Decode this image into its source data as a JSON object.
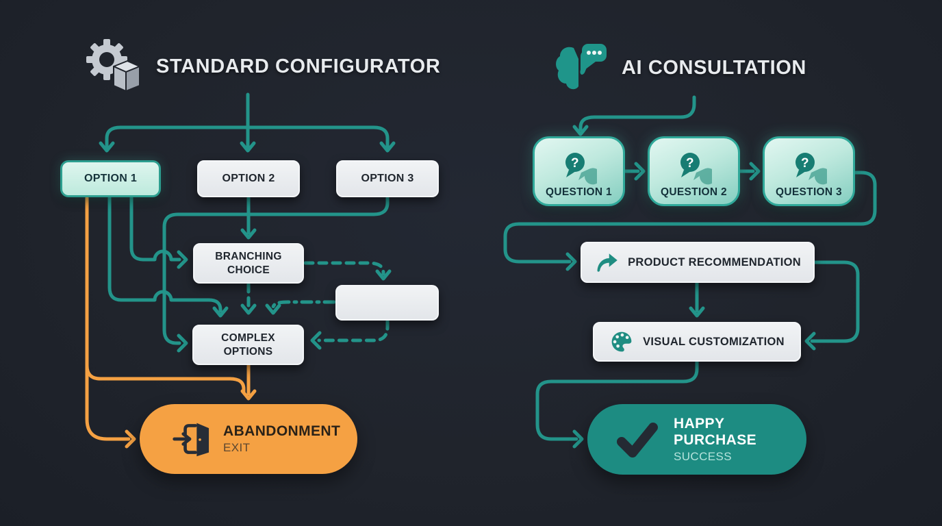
{
  "left": {
    "title": "STANDARD CONFIGURATOR",
    "options": [
      "OPTION 1",
      "OPTION 2",
      "OPTION 3"
    ],
    "branching_label": "BRANCHING CHOICE",
    "complex_label": "COMPLEX OPTIONS",
    "empty_box_label": "",
    "exit_title": "ABANDONMENT",
    "exit_subtitle": "EXIT"
  },
  "right": {
    "title": "AI CONSULTATION",
    "questions": [
      "QUESTION 1",
      "QUESTION 2",
      "QUESTION 3"
    ],
    "recommendation_label": "PRODUCT RECOMMENDATION",
    "customization_label": "VISUAL CUSTOMIZATION",
    "success_title": "HAPPY PURCHASE",
    "success_subtitle": "SUCCESS"
  },
  "icons": {
    "left_header": "gear-package-icon",
    "right_header": "brain-chat-icon",
    "question": "question-bubble-icon",
    "recommendation": "share-arrow-icon",
    "customization": "palette-icon",
    "exit": "door-exit-icon",
    "success": "checkmark-icon"
  },
  "colors": {
    "background": "#20242c",
    "line_teal": "#23948a",
    "line_orange": "#f5a143",
    "box_light": "#eceef1",
    "box_mint": "#cdeee6",
    "question_border": "#2fa899",
    "pill_orange": "#f5a143",
    "pill_teal": "#1d8c82",
    "title_text": "#e8ebee"
  }
}
